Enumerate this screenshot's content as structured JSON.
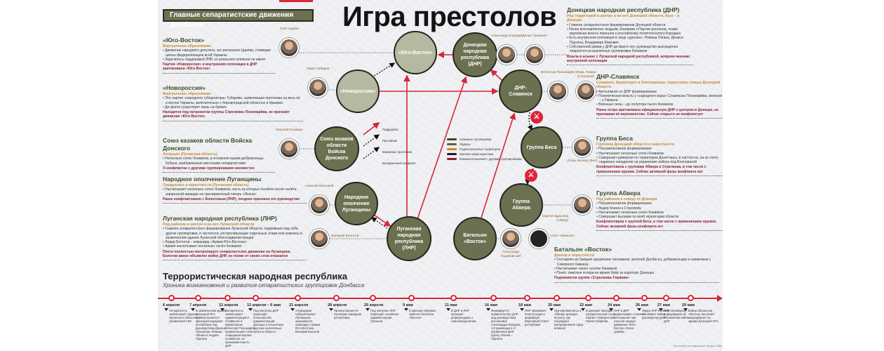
{
  "header": {
    "label": "Главные сепаратистские движения Донбасса",
    "title": "Игра престолов"
  },
  "nodes": [
    {
      "id": "yugo",
      "label": "«Юго-Восток»",
      "tone": "light"
    },
    {
      "id": "dnr",
      "label": "Донецкая народная республика (ДНР)",
      "tone": "dark"
    },
    {
      "id": "novo",
      "label": "«Новороссия»",
      "tone": "light"
    },
    {
      "id": "slav",
      "label": "ДНР-Славянск",
      "tone": "dark"
    },
    {
      "id": "kaz",
      "label": "Союз казаков области Войска Донского",
      "tone": "dark"
    },
    {
      "id": "bes",
      "label": "Группа Беса",
      "tone": "dark"
    },
    {
      "id": "nol",
      "label": "Народное ополчение Луганщины",
      "tone": "dark"
    },
    {
      "id": "abv",
      "label": "Группа Абвера",
      "tone": "dark"
    },
    {
      "id": "lnr",
      "label": "Луганская народная республика (ЛНР)",
      "tone": "dark"
    },
    {
      "id": "vos",
      "label": "Батальон «Восток»",
      "tone": "dark"
    }
  ],
  "blocks": [
    {
      "title": "«Юго-Восток»",
      "sub": "Виртуальное образование",
      "bullets": [
        "Движение народного депутата, экс-регионала Царёва, ставящее целью федерализацию всей Украины",
        "Заручилось поддержкой ЛНР, но реального влияния не имеет"
      ],
      "note": "Партия «Новороссия» и внутренняя оппозиция в ДНР критиковали «Юго-Восток»"
    },
    {
      "title": "«Новороссия»",
      "sub": "Виртуальное образование",
      "bullets": [
        "Это партия «народного губернатора» Губарева, заявляющая претензии на весь юг и восток Украины, включительно с Кировоградской областью и Крымом",
        "Де-факто существует лишь на бумаге"
      ],
      "note": "Находится под патронатом группы Стрелкова–Пономарёва, не признаёт движение «Юго-Восток»"
    },
    {
      "title": "Союз казаков области Войска Донского",
      "sub": "Антрацит (Луганская область)",
      "bullets": [
        "Несколько сотен боевиков, в основном казаки-добровольцы Кубани, разбавленные местными сепаратистами"
      ],
      "note": "О конфликтах с другими группировками неизвестно"
    },
    {
      "title": "Народное ополчение Луганщины",
      "sub": "Свердловск и окрестности (Луганская область)",
      "bullets": [
        "Насчитывает несколько сотен боевиков, часть из которых погибла после налёта украинской авиации на тренировочный лагерь «Ясени»"
      ],
      "note": "Ранее конфликтовало с Болотовым (ЛНР), позднее признало его руководство"
    },
    {
      "title": "Луганская народная республика (ЛНР)",
      "sub": "Ряд районов в центре и на юге Луганской области",
      "bullets": [
        "Главное сепаратистское формирование Луганской области, подмявшее под себя другие группировки, в частности, контролирующие отдельные этажи или комнаты в захваченном здании Луганской облгосадминистрации",
        "Лидер Болотов – командир «Армии Юго-Востока»",
        "Армия насчитывает несколько тысяч боевиков"
      ],
      "note": "Почти полностью контролирует сепаратистское движение на Луганщине. Болотов ранее объявлял войну ДНР, но позже от своих слов отказался"
    },
    {
      "title": "Донецкая народная республика (ДНР)",
      "sub": "Ряд территорий в центре и на юге Донецкой области, база – в Донецке",
      "bullets": [
        "Главное сепаратистское формирование Донецкой области",
        "Ранее возглавлялось людьми, близкими к Партии регионов, позже верховная власть перешла к российскому политтехнологу Бородаю",
        "Есть внутренняя оппозиция в лице «дончан»: Романа Лягина, Дениса Пургина, Владимира Макович",
        "Собственной армии у ДНР де-факто нет, руководство вынужденно опирается на различные группировки боевиков"
      ],
      "note": "Вошла в альянс с Луганской народной республикой, вопреки мнению внутренней оппозиции"
    },
    {
      "title": "ДНР-Славянск",
      "sub": "Славянск, Краматорск и близлежащие территории севера Донецкой области",
      "bullets": [
        "Автономное от ДНР формирование",
        "Политическая власть у «народного мэра» Славянска Пономарёва, военная – у Гиркина",
        "Военные силы – до полутора тысяч боевиков"
      ],
      "note": "Ранее остро критиковала официальную ДНР с центром в Донецке, не признавая её верховенство. Сейчас открыто не конфликтует"
    },
    {
      "title": "Группа Беса",
      "sub": "Горловка Донецкой области и окрестности",
      "bullets": [
        "Полуавтономное формирование",
        "Насчитывает несколько сотен боевиков",
        "Совершает диверсии по территории Донетчины, в частности, на их счету недавнее нападение на украинские войска под Волновахой"
      ],
      "note": "Конфликтовала с группами Абвера и Стрелкова, в том числе с применением оружия. Сейчас активной фазы конфликта нет"
    },
    {
      "title": "Группа Абвера",
      "sub": "Ряд районов к северу от Донецка",
      "bullets": [
        "Полуавтономное формирование",
        "Лидер близок к Стрелкову",
        "Насчитывает несколько сотен боевиков",
        "Совершает вылазки по всей территории области"
      ],
      "note": "Конфликтовала с группой Беса, в том числе с применением оружия. Сейчас активной фазы конфликта нет"
    },
    {
      "title": "Батальон «Восток»",
      "sub": "Донецк и окрестности",
      "bullets": [
        "Составлен из бывших украинских силовиков, жителей Донбасса, добровольцев и наёмников с Северного Кавказа",
        "Насчитывает около тысячи боевиков",
        "Понёс тяжёлые потери во время боёв за аэропорт Донецка"
      ],
      "note": "Подчиняется группе «Стрелкова–Гиркина»"
    }
  ],
  "people": [
    "Олег Царёв",
    "Павел Губарев",
    "Николай Козицин",
    "Алексей Мозговой",
    "Валерий Болотов",
    "Александр Бородай",
    "Денис Пушилин",
    "Вячеслав Пономарёв",
    "Игорь Гиркин (Стрелков)",
    "Игорь Безлер (Бес)",
    "Сергей Здрылюк (Абвер)",
    "Александр Ходаковский",
    "Олег «Маньяк»"
  ],
  "legend_arrows": [
    "Поддержка",
    "Противник",
    "Взаимные претензии",
    "Вооружённый конфликт"
  ],
  "legend_colors": [
    {
      "label": "Название группировки",
      "color": "#3d4a28"
    },
    {
      "label": "Лидеры",
      "color": "#6b5a3a"
    },
    {
      "label": "Подконтрольные территории",
      "color": "#c98a2e"
    },
    {
      "label": "Краткая характеристика",
      "color": "#222222"
    },
    {
      "label": "Взаимоотношения с другими группировками",
      "color": "#8b2035"
    }
  ],
  "timeline": {
    "title": "Террористическая народная республика",
    "subtitle": "Хроника возникновения и развития сепаратистских группировок Донбасса",
    "events": [
      {
        "date": "6 апреля",
        "text": "Сепаратисты захватывают здание Луганского областного управления СБУ"
      },
      {
        "date": "7 апреля",
        "text": "В захваченном здании Донецкой ОГА провозглашается Донецкая народная республика под руководством Дениса Пушилина, Романа Лягина и Андрея Пургина"
      },
      {
        "date": "12 апреля",
        "text": "Сепаратисты захватывают администрации в Славянске и Краматорске. Вячеслав Пономарёв провозглашает себя «народным мэром» Славянска, не признавая власть ДНР"
      },
      {
        "date": "12 апреля – 6 мая",
        "text": "Под контроль ДНР переходит большинство администраций Донецка и нескольких крупных населённых пунктов области"
      },
      {
        "date": "21 апреля",
        "text": "«Народным губернатором» Луганщины оказывается командир «Армии Юго-Востока» Валерий Болотов"
      },
      {
        "date": "28 апреля",
        "text": "Провозглашается Луганская народная республика"
      },
      {
        "date": "29 апреля",
        "text": "Под контроль ЛНР переходят основные администрации Луганска"
      },
      {
        "date": "9 мая",
        "text": "В Донецке впервые замечен батальон «Восток»"
      },
      {
        "date": "11 мая",
        "text": "В ДНР и ЛНР проходят референдумы о самоопределении"
      },
      {
        "date": "16 мая",
        "text": "Формируется правительство ДНР под руководством россиянина Александра Бородая, отстраняющего от управления ДНР группу Лягина – Пургина"
      },
      {
        "date": "18 мая",
        "text": "ЛНР принимает Конституцию и формирует Верховный Совет республики"
      },
      {
        "date": "20 мая",
        "text": "Группировки Беса и Абвера проводят встречу, где обсуждают распределение сфер влияния"
      },
      {
        "date": "22 мая",
        "text": "В Донецке проходит учредительный съезд партии «Новороссия» Павла Губарева"
      },
      {
        "date": "24 мая",
        "text": "ЛНР и ДНР подписывают союзное соглашение при участии лидера движения «Юго-Восток» Олега Царёва"
      },
      {
        "date": "26 мая",
        "text": "Лидер ЛНР Болотов объявляет войну руководству ДНР"
      },
      {
        "date": "27 мая",
        "text": "ЛНР опровергает информацию об объявлении войны ДНР"
      },
      {
        "date": "29 мая",
        "text": "Бойцы батальона «Восток» выгоняют «мародёров» из здания Донецкой ОГА"
      }
    ]
  },
  "source": "Источник: исследование Фонда СМИ"
}
